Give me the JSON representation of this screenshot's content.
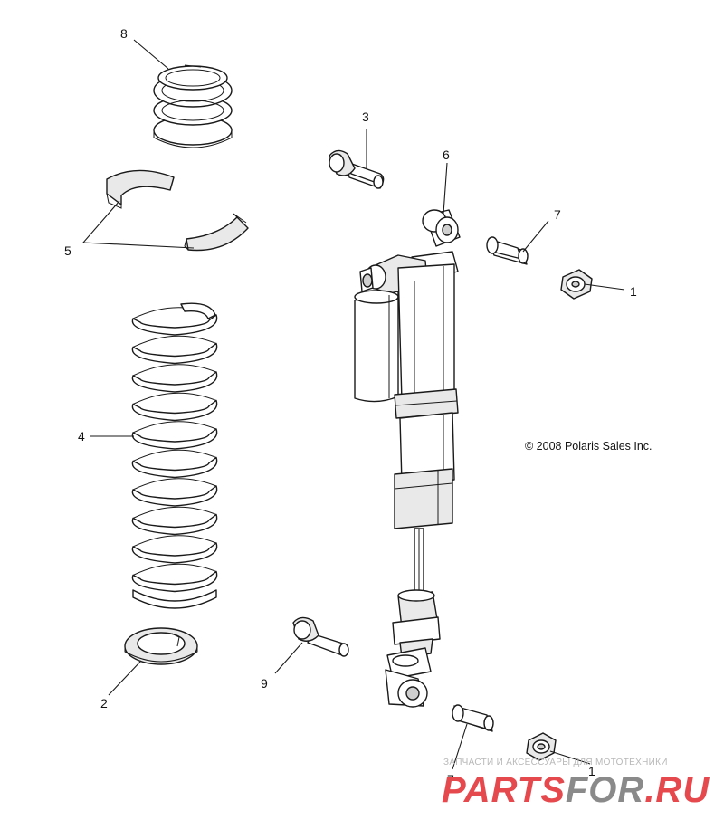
{
  "callouts": {
    "c1a": "1",
    "c1b": "1",
    "c2": "2",
    "c3": "3",
    "c4": "4",
    "c5": "5",
    "c6": "6",
    "c7a": "7",
    "c7b": "7",
    "c8": "8",
    "c9": "9"
  },
  "copyright": "© 2008 Polaris Sales Inc.",
  "watermark": {
    "tagline": "ЗАПЧАСТИ И АКСЕССУАРЫ ДЛЯ МОТОТЕХНИКИ",
    "logo_red": "PARTS",
    "logo_gray": "FOR",
    "logo_suffix": ".RU",
    "colors": {
      "red": "#e5484d",
      "gray": "#8a8a8a"
    }
  }
}
